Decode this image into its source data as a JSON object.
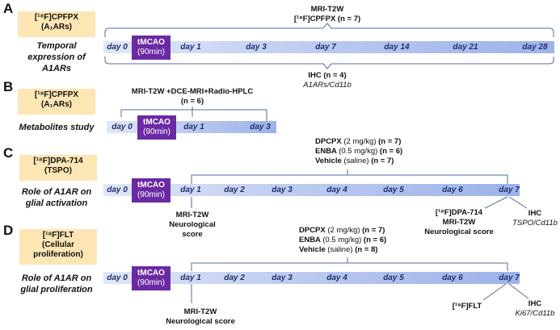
{
  "panels": {
    "A": {
      "letter": "A",
      "tag": [
        "[¹⁸F]CPFPX",
        "(A₁ARs)"
      ],
      "label": [
        "Temporal",
        "expression of",
        "A1ARs"
      ],
      "tmcao": [
        "tMCAO",
        "(90min)"
      ],
      "days": [
        "day 0",
        "day 1",
        "day 3",
        "day 7",
        "day 14",
        "day 21",
        "day 28"
      ],
      "top": [
        "MRI-T2W",
        "[¹⁸F]CPFPX  (n = 7)"
      ],
      "bottom": [
        "IHC (n = 4)",
        "A1ARs/Cd11b"
      ]
    },
    "B": {
      "letter": "B",
      "tag": [
        "[¹⁸F]CPFPX",
        "(A₁ARs)"
      ],
      "label": [
        "Metabolites study"
      ],
      "tmcao": [
        "tMCAO",
        "(90min)"
      ],
      "days": [
        "day 0",
        "day 1",
        "day 3"
      ],
      "top": [
        "MRI-T2W +DCE-MRI+Radio-HPLC",
        "(n = 6)"
      ]
    },
    "C": {
      "letter": "C",
      "tag": [
        "[¹⁸F]DPA-714",
        "(TSPO)"
      ],
      "label": [
        "Role of A1AR on",
        "glial activation"
      ],
      "tmcao": [
        "tMCAO",
        "(90min)"
      ],
      "days": [
        "day 0",
        "day 1",
        "day 2",
        "day 3",
        "day 4",
        "day 5",
        "day 6",
        "day 7"
      ],
      "treat": [
        {
          "name": "DPCPX",
          "dose": "(2 mg/kg)",
          "n": "(n = 7)"
        },
        {
          "name": "ENBA",
          "dose": "(0.5 mg/kg)",
          "n": "(n = 6)"
        },
        {
          "name": "Vehicle",
          "dose": "(saline)",
          "n": "(n = 7)"
        }
      ],
      "day1_note": [
        "MRI-T2W",
        "Neurological",
        "score"
      ],
      "day7_note": [
        "[¹⁸F]DPA-714",
        "MRI-T2W",
        "Neurological score"
      ],
      "ihc": [
        "IHC",
        "TSPO/Cd11b"
      ]
    },
    "D": {
      "letter": "D",
      "tag": [
        "[¹⁸F]FLT",
        "(Cellular",
        "proliferation)"
      ],
      "label": [
        "Role of A1AR on",
        "glial proliferation"
      ],
      "tmcao": [
        "tMCAO",
        "(90min)"
      ],
      "days": [
        "day 0",
        "day 1",
        "day 2",
        "day 3",
        "day 4",
        "day 5",
        "day 6",
        "day 7"
      ],
      "treat": [
        {
          "name": "DPCPX",
          "dose": "(2 mg/kg)",
          "n": "(n = 7)"
        },
        {
          "name": "ENBA",
          "dose": "(0.5 mg/kg)",
          "n": "(n = 6)"
        },
        {
          "name": "Vehicle",
          "dose": "(saline)",
          "n": "(n = 8)"
        }
      ],
      "day1_note": [
        "MRI-T2W",
        "Neurological score"
      ],
      "day7_note": [
        "[¹⁸F]FLT"
      ],
      "ihc": [
        "IHC",
        "Ki67/Cd11b"
      ]
    }
  },
  "colors": {
    "tag_bg": "#fde6b4",
    "tmcao_bg": "#6b2aa4",
    "bar_dark": "#9db2ea",
    "bar_light": "#e1e7f8",
    "day_text": "#1f2f6e"
  }
}
